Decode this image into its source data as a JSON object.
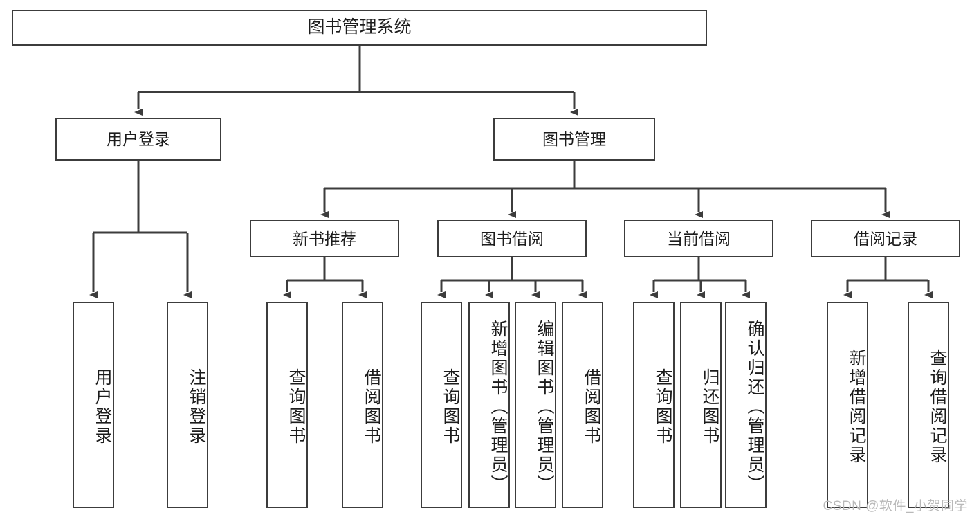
{
  "diagram": {
    "title": "图书管理系统",
    "type": "tree-hierarchy-function-decomposition",
    "watermark": "CSDN @软件_小贺同学",
    "colors": {
      "stroke": "#3c3c3c",
      "fill": "#ffffff",
      "text": "#1c1c1c",
      "watermark": "#b9b9b9"
    },
    "root": {
      "label": "图书管理系统"
    },
    "level2": [
      {
        "label": "用户登录"
      },
      {
        "label": "图书管理"
      }
    ],
    "level3": [
      {
        "label": "新书推荐"
      },
      {
        "label": "图书借阅"
      },
      {
        "label": "当前借阅"
      },
      {
        "label": "借阅记录"
      }
    ],
    "leaves": {
      "user_login": [
        {
          "label": "用户登录"
        },
        {
          "label": "注销登录"
        }
      ],
      "new_book_recommend": [
        {
          "label": "查询图书"
        },
        {
          "label": "借阅图书"
        }
      ],
      "book_borrow": [
        {
          "label": "查询图书"
        },
        {
          "label": "新增图书（管理员）"
        },
        {
          "label": "编辑图书（管理员）"
        },
        {
          "label": "借阅图书"
        }
      ],
      "current_borrow": [
        {
          "label": "查询图书"
        },
        {
          "label": "归还图书"
        },
        {
          "label": "确认归还（管理员）"
        }
      ],
      "borrow_record": [
        {
          "label": "新增借阅记录"
        },
        {
          "label": "查询借阅记录"
        }
      ]
    }
  }
}
